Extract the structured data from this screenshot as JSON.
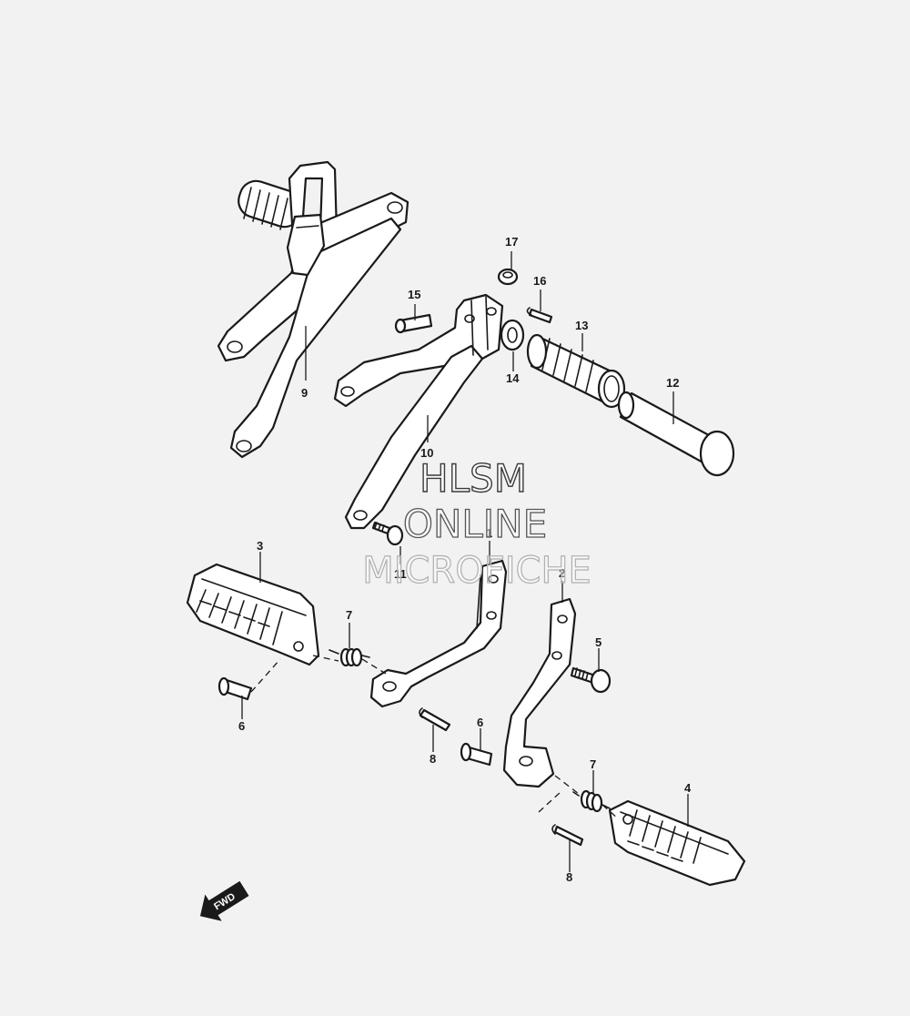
{
  "callouts": {
    "c1": "1",
    "c2": "2",
    "c3": "3",
    "c4": "4",
    "c5": "5",
    "c6a": "6",
    "c6b": "6",
    "c7a": "7",
    "c7b": "7",
    "c8a": "8",
    "c8b": "8",
    "c9": "9",
    "c10": "10",
    "c11": "11",
    "c12": "12",
    "c13": "13",
    "c14": "14",
    "c15": "15",
    "c16": "16",
    "c17": "17"
  },
  "watermark": {
    "line1": "HLSM",
    "line2": "ONLINE",
    "line3": "MICROFICHE"
  },
  "fwd_label": "FWD",
  "colors": {
    "background": "#f2f2f2",
    "ink": "#1a1a1a"
  }
}
